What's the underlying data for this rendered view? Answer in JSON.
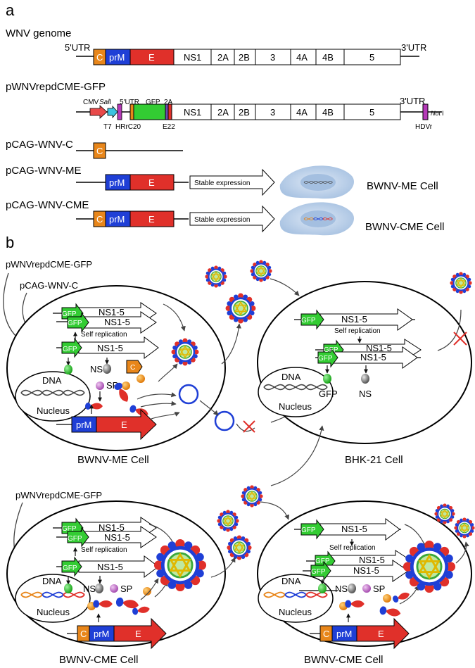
{
  "panels": {
    "a": "a",
    "b": "b"
  },
  "constructs": {
    "wnv_genome": "WNV genome",
    "replicon": "pWNVrepdCME-GFP",
    "cag_c": "pCAG-WNV-C",
    "cag_me": "pCAG-WNV-ME",
    "cag_cme": "pCAG-WNV-CME"
  },
  "genes": {
    "utr5": "5'UTR",
    "utr3": "3'UTR",
    "c": "C",
    "prm": "prM",
    "e": "E",
    "ns1": "NS1",
    "ns2a": "2A",
    "ns2b": "2B",
    "ns3": "3",
    "ns4a": "4A",
    "ns4b": "4B",
    "ns5": "5",
    "gfp": "GFP",
    "gfp_2a": "2A",
    "cmv": "CMV",
    "sal": "Sal",
    "sal_suffix": " I",
    "not": "Not",
    "not_suffix": " I",
    "t7": "T7",
    "hrrc20": "HRrC20",
    "e22": "E22",
    "hdvr": "HDVr"
  },
  "stable_expression": "Stable expression",
  "cells": {
    "bwnv_me": "BWNV-ME Cell",
    "bwnv_cme": "BWNV-CME Cell",
    "bhk21": "BHK-21 Cell"
  },
  "diagram_b": {
    "gfp": "GFP",
    "ns15": "NS1-5",
    "self_replication": "Self replication",
    "ns": "NS",
    "sp": "SP",
    "dna": "DNA",
    "nucleus": "Nucleus",
    "c": "C",
    "prm": "prM",
    "e": "E"
  },
  "colors": {
    "capsid": "#e8861a",
    "prm": "#1f3fd6",
    "envelope": "#e0302a",
    "gfp": "#33cc33",
    "hdv": "#b53ab8",
    "cmv": "#e84a4a",
    "sal_arrow": "#3cc3e0",
    "cell_blue": "#c9dbef"
  }
}
